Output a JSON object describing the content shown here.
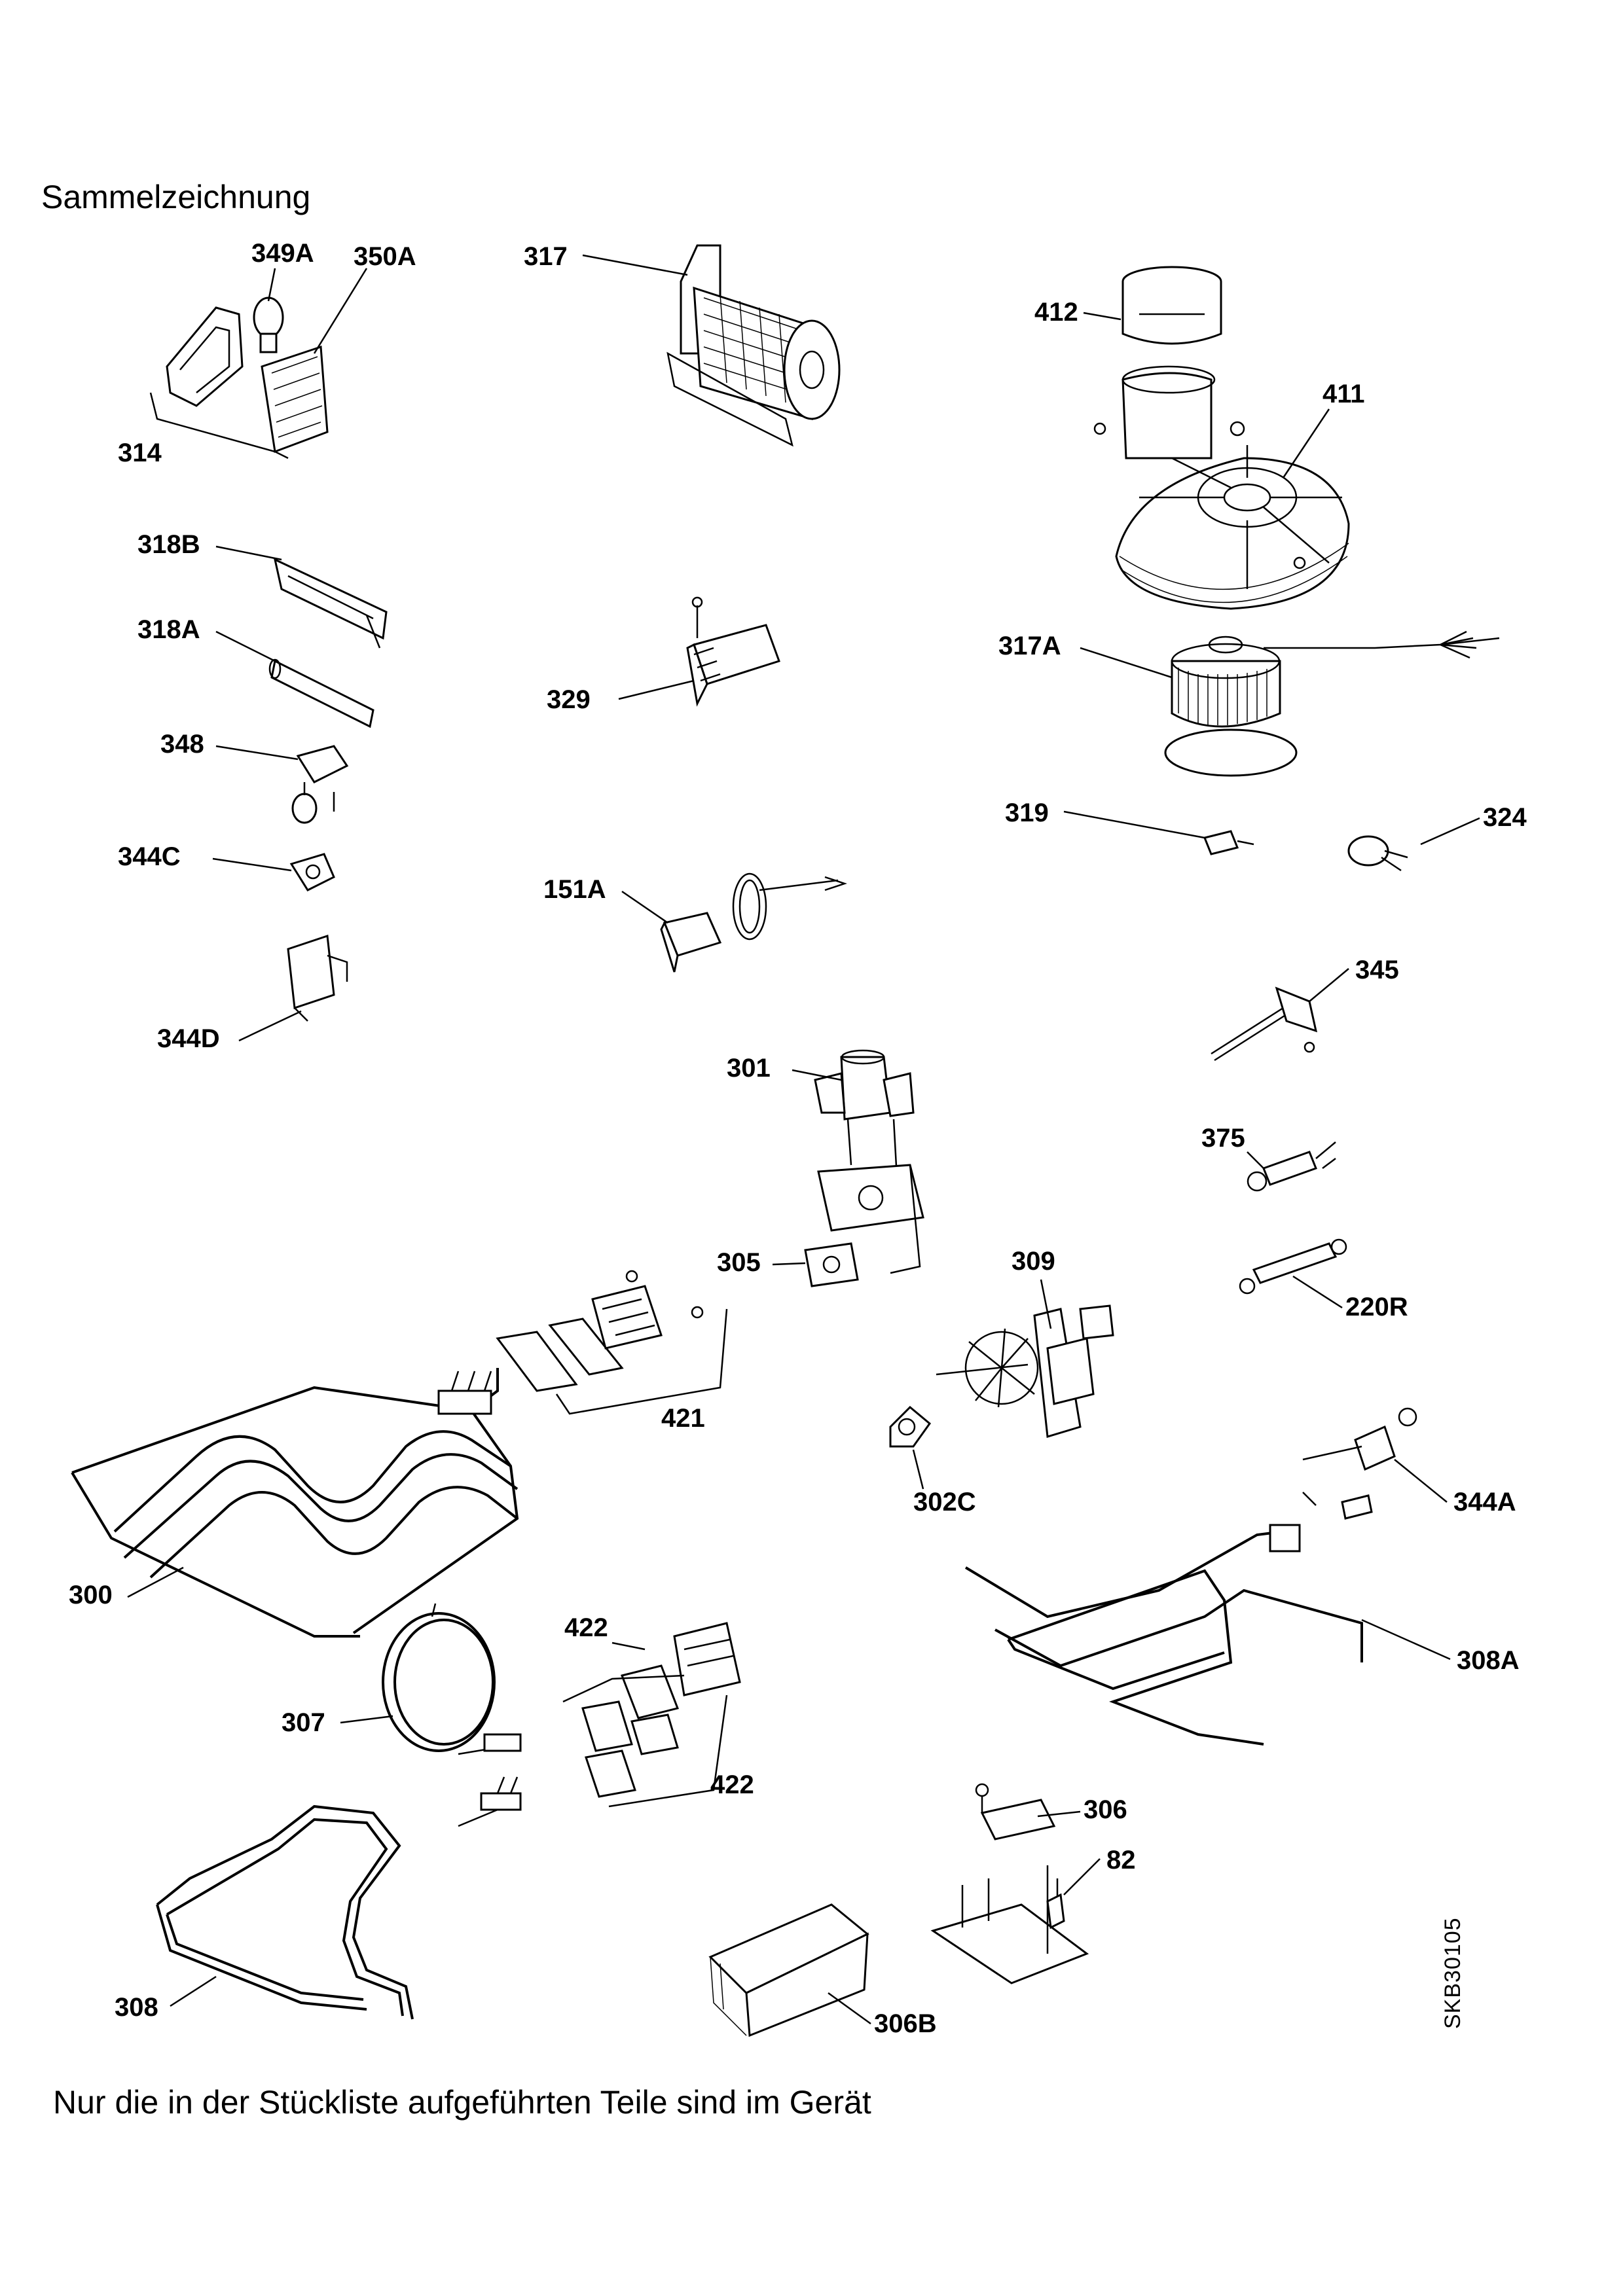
{
  "title": "Sammelzeichnung",
  "footer_note": "Nur die in der Stückliste aufgeführten Teile sind im Gerät",
  "document_code": "SKB30105",
  "part_labels": {
    "p349A": "349A",
    "p350A": "350A",
    "p314": "314",
    "p317": "317",
    "p412": "412",
    "p411": "411",
    "p318B": "318B",
    "p318A": "318A",
    "p329": "329",
    "p317A": "317A",
    "p348": "348",
    "p344C": "344C",
    "p151A": "151A",
    "p319": "319",
    "p324": "324",
    "p344D": "344D",
    "p345": "345",
    "p301": "301",
    "p375": "375",
    "p305": "305",
    "p309": "309",
    "p220R": "220R",
    "p421": "421",
    "p302C": "302C",
    "p344A": "344A",
    "p300": "300",
    "p422a": "422",
    "p307": "307",
    "p422b": "422",
    "p308A": "308A",
    "p306": "306",
    "p82": "82",
    "p308": "308",
    "p306B": "306B"
  }
}
